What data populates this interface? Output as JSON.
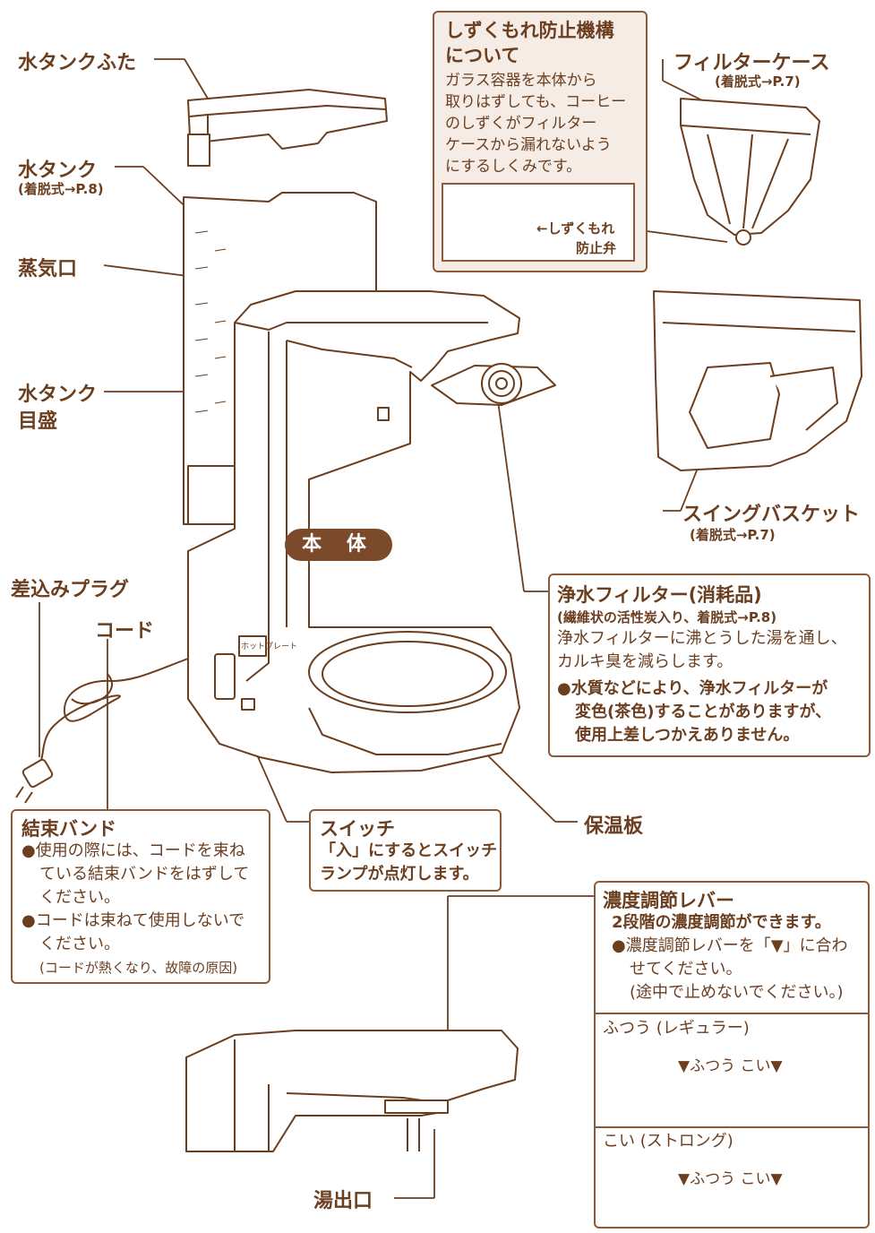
{
  "labels": {
    "water_tank_lid": "水タンクふた",
    "water_tank": "水タンク",
    "water_tank_sub": "(着脱式→P.8)",
    "steam_port": "蒸気口",
    "water_tank_scale_1": "水タンク",
    "water_tank_scale_2": "目盛",
    "plug": "差込みプラグ",
    "cord": "コード",
    "main_body": "本 体",
    "filter_case": "フィルターケース",
    "filter_case_sub": "(着脱式→P.7)",
    "swing_basket": "スイングバスケット",
    "swing_basket_sub": "(着脱式→P.7)",
    "warming_plate": "保温板",
    "spout": "湯出口",
    "drip_valve_1": "←しずくもれ",
    "drip_valve_2": "防止弁"
  },
  "drip_box": {
    "title_1": "しずくもれ防止機構",
    "title_2": "について",
    "lines": [
      "ガラス容器を本体から",
      "取りはずしても、コーヒー",
      "のしずくがフィルター",
      "ケースから漏れないよう",
      "にするしくみです。"
    ]
  },
  "filter_box": {
    "title": "浄水フィルター(消耗品)",
    "sub": "(繊維状の活性炭入り、着脱式→P.8)",
    "lines": [
      "浄水フィルターに沸とうした湯を通し、",
      "カルキ臭を減らします。"
    ],
    "bullet_lines": [
      "●水質などにより、浄水フィルターが",
      "変色(茶色)することがありますが、",
      "使用上差しつかえありません。"
    ]
  },
  "band_box": {
    "title": "結束バンド",
    "bullet1": [
      "●使用の際には、コードを束ね",
      "ている結束バンドをはずして",
      "ください。"
    ],
    "bullet2": [
      "●コードは束ねて使用しないで",
      "ください。"
    ],
    "note": "(コードが熱くなり、故障の原因)"
  },
  "switch_box": {
    "title": "スイッチ",
    "lines": [
      "「入」にするとスイッチ",
      "ランプが点灯します。"
    ]
  },
  "lever_box": {
    "title": "濃度調節レバー",
    "sub": "2段階の濃度調節ができます。",
    "lines": [
      "●濃度調節レバーを「▼」に合わ",
      "せてください。",
      "(途中で止めないでください。)"
    ],
    "regular_title": "ふつう (レギュラー)",
    "strong_title": "こい (ストロング)",
    "dial_text": "▼ふつう こい▼"
  },
  "panel_text": "ホットプレート"
}
